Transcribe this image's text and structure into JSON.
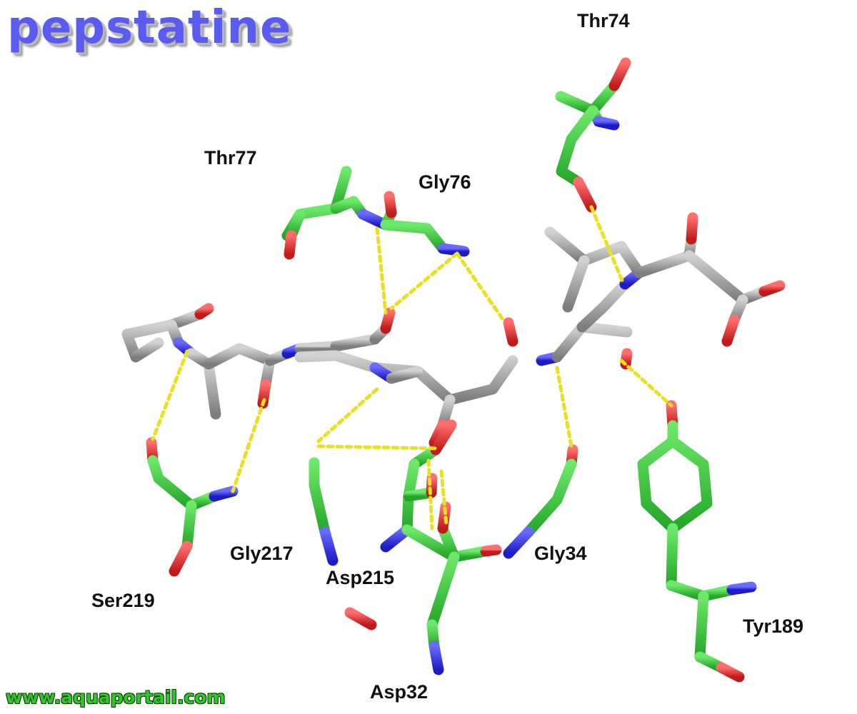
{
  "title": "pepstatine",
  "footer": "www.aquaportail.com",
  "colors": {
    "title": "#5a5cf0",
    "carbon_ligand": "#9a9a9a",
    "carbon_protein": "#3cc63c",
    "nitrogen": "#2e2ee6",
    "oxygen": "#e03030",
    "hbond": "#e8e020",
    "footer": "#35c42c"
  },
  "residues": [
    {
      "id": "thr74",
      "label": "Thr74"
    },
    {
      "id": "thr77",
      "label": "Thr77"
    },
    {
      "id": "gly76",
      "label": "Gly76"
    },
    {
      "id": "ser219",
      "label": "Ser219"
    },
    {
      "id": "gly217",
      "label": "Gly217"
    },
    {
      "id": "asp215",
      "label": "Asp215"
    },
    {
      "id": "gly34",
      "label": "Gly34"
    },
    {
      "id": "tyr189",
      "label": "Tyr189"
    },
    {
      "id": "asp32",
      "label": "Asp32"
    }
  ]
}
